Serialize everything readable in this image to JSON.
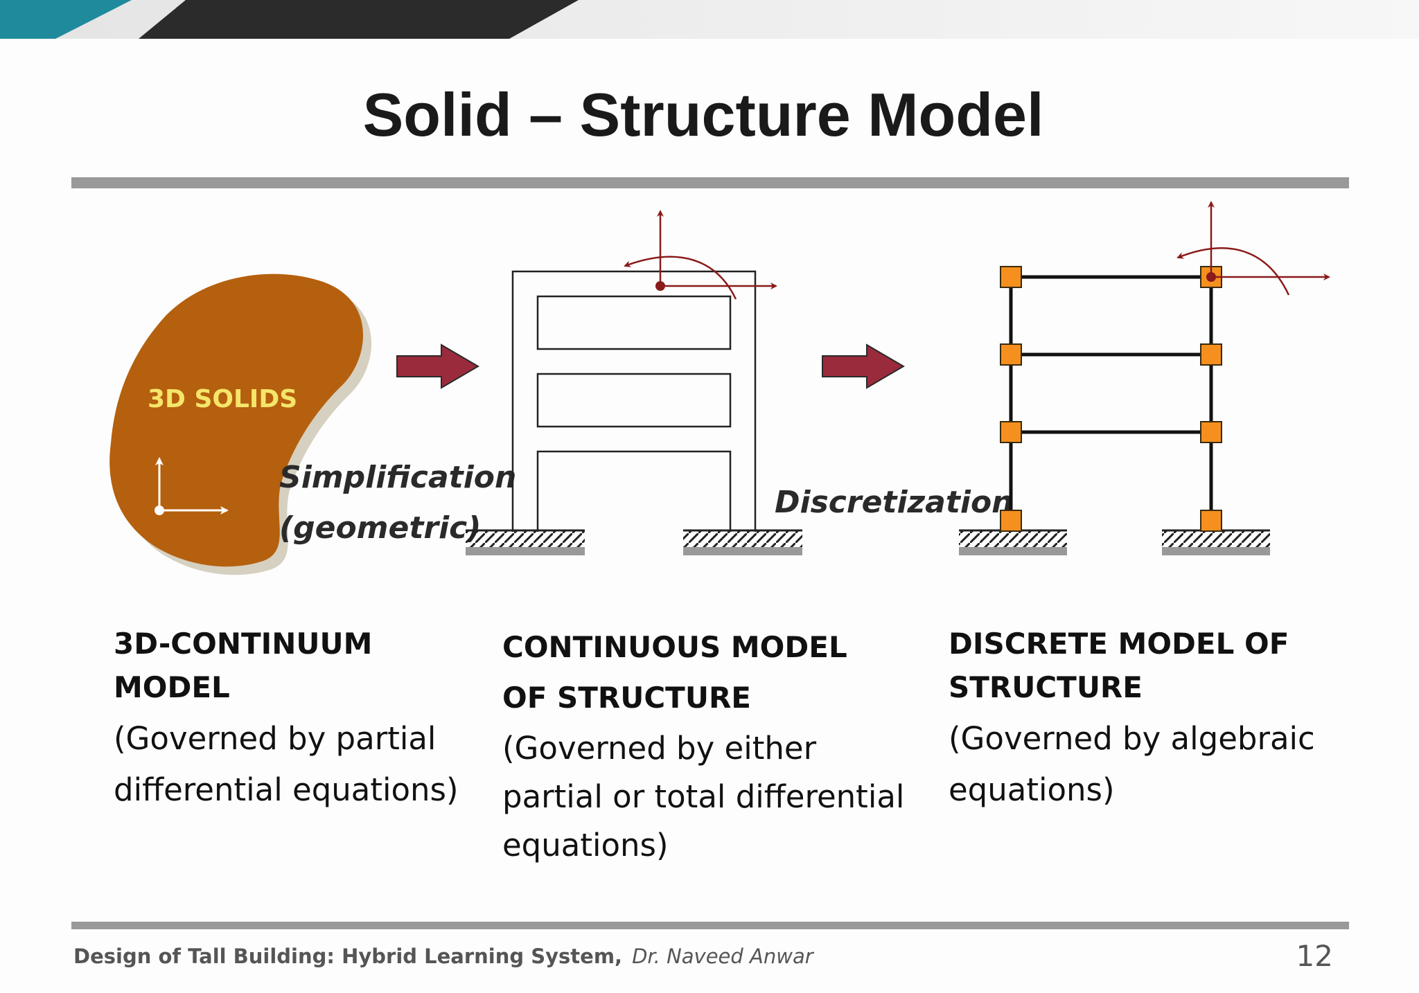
{
  "slide": {
    "title": "Solid – Structure Model",
    "page_number": "12"
  },
  "diagram": {
    "solid_label": "3D SOLIDS",
    "step1_line1": "Simplification",
    "step1_line2": "(geometric)",
    "step2": "Discretization"
  },
  "columns": [
    {
      "heading_lines": [
        "3D-CONTINUUM",
        "MODEL"
      ],
      "desc_lines": [
        "(Governed by partial",
        "differential equations)"
      ]
    },
    {
      "heading_lines": [
        "CONTINUOUS MODEL",
        "OF STRUCTURE"
      ],
      "desc_lines": [
        "(Governed by either",
        "partial or total differential",
        "equations)"
      ]
    },
    {
      "heading_lines": [
        "DISCRETE MODEL OF",
        "STRUCTURE"
      ],
      "desc_lines": [
        "(Governed by algebraic",
        "equations)"
      ]
    }
  ],
  "footer": {
    "course": "Design of Tall Building: Hybrid Learning System,",
    "author": "Dr. Naveed Anwar"
  },
  "colors": {
    "solid_fill": "#b5600e",
    "arrow_fill": "#9a2b3c",
    "dof_arrow": "#8b1a1a",
    "node_fill": "#f5901e",
    "teal_accent": "#1f8a9c",
    "dark_band": "#2b2b2b"
  }
}
